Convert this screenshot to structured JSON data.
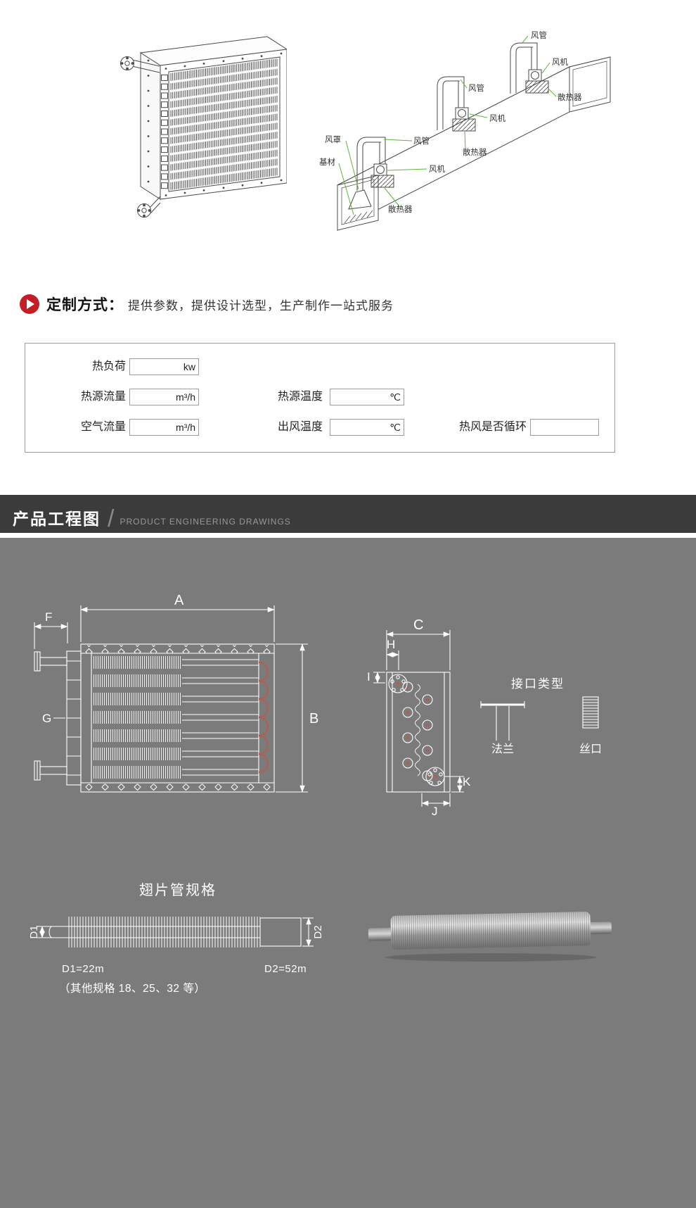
{
  "colors": {
    "accent_red": "#c31e25",
    "dark_bar": "#3b3b3b",
    "gray_panel": "#7b7b7b",
    "leader_green": "#5fb53a",
    "drawing_line": "#ffffff",
    "bend_red": "#b35f4d"
  },
  "iso_diagram": {
    "labels": {
      "duct_far": "风管",
      "fan_far": "风机",
      "hx_far": "散热器",
      "duct_mid": "风管",
      "fan_mid": "风机",
      "hx_mid": "散热器",
      "hood": "风罩",
      "duct_near": "风管",
      "fan_near": "风机",
      "substrate": "基材",
      "hx_near": "散热器"
    }
  },
  "custom_section": {
    "title": "定制方式：",
    "description": "提供参数，提供设计选型，生产制作一站式服务"
  },
  "form": {
    "heat_load": {
      "label": "热负荷",
      "unit": "kw",
      "value": ""
    },
    "source_flow": {
      "label": "热源流量",
      "unit": "m³/h",
      "value": ""
    },
    "source_temp": {
      "label": "热源温度",
      "unit": "℃",
      "value": ""
    },
    "air_flow": {
      "label": "空气流量",
      "unit": "m³/h",
      "value": ""
    },
    "outlet_temp": {
      "label": "出风温度",
      "unit": "℃",
      "value": ""
    },
    "recirculation": {
      "label": "热风是否循环",
      "value": ""
    }
  },
  "section_header": {
    "title": "产品工程图",
    "separator": "/",
    "subtitle": "PRODUCT ENGINEERING DRAWINGS"
  },
  "engineering": {
    "dims": {
      "a": "A",
      "b": "B",
      "c": "C",
      "f": "F",
      "g": "G",
      "h": "H",
      "i": "I",
      "j": "J",
      "k": "K"
    },
    "interface": {
      "title": "接口类型",
      "flange_label": "法兰",
      "thread_label": "丝口"
    },
    "fin_tube": {
      "title": "翅片管规格",
      "d1": "D1",
      "d2": "D2",
      "d1_value": "D1=22m",
      "d2_value": "D2=52m",
      "other_specs": "（其他规格 18、25、32 等）"
    }
  }
}
